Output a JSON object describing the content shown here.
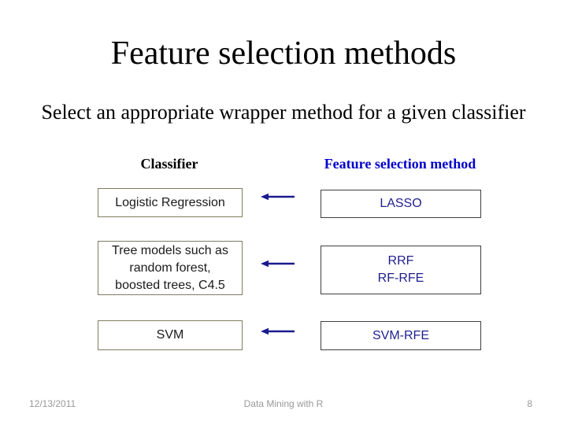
{
  "slide": {
    "title": "Feature selection methods",
    "subtitle": "Select an appropriate wrapper method for a given classifier"
  },
  "table": {
    "left_header": "Classifier",
    "right_header": "Feature selection method",
    "rows": [
      {
        "classifier_lines": [
          "Logistic Regression"
        ],
        "method_lines": [
          "LASSO"
        ]
      },
      {
        "classifier_lines": [
          "Tree models such as",
          "random forest,",
          "boosted trees, C4.5"
        ],
        "method_lines": [
          "RRF",
          "RF-RFE"
        ]
      },
      {
        "classifier_lines": [
          "SVM"
        ],
        "method_lines": [
          "SVM-RFE"
        ]
      }
    ],
    "arrow_direction": "left"
  },
  "footer": {
    "date": "12/13/2011",
    "center_text": "Data Mining with R",
    "page_number": "8"
  },
  "colors": {
    "header_accent_blue": "#0000cc",
    "method_text_navy": "#1f1f8f",
    "arrow_navy": "#1a1a8f",
    "classifier_box_border": "#7f7d62",
    "method_box_border": "#3f3f3f",
    "footer_gray": "#999999"
  }
}
